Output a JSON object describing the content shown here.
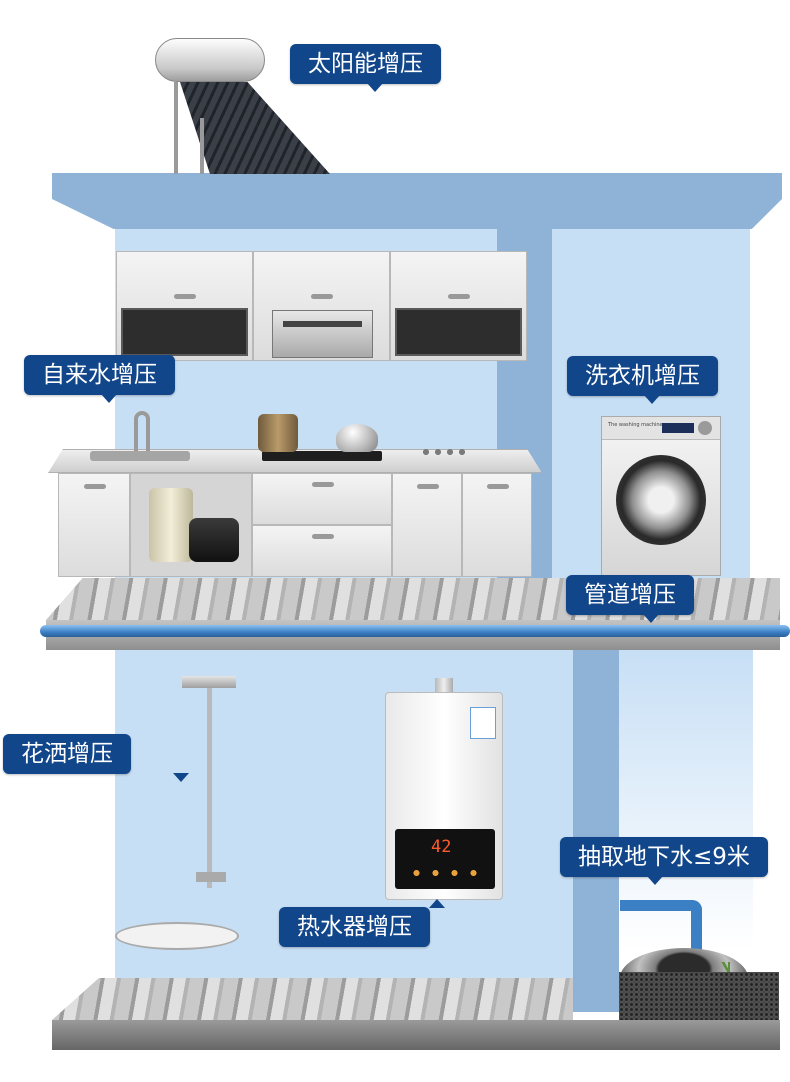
{
  "labels": {
    "solar": "太阳能增压",
    "tap_water": "自来水增压",
    "washing_machine": "洗衣机增压",
    "pipeline": "管道增压",
    "shower": "花洒增压",
    "water_heater": "热水器增压",
    "groundwater": "抽取地下水≤9米"
  },
  "heater_display": "42",
  "washer_panel_text": "The washing machine",
  "colors": {
    "label_bg": "#11468b",
    "wall": "#c7dff5",
    "slab": "#8fb3d6",
    "pipe": "#3b7fc4"
  }
}
